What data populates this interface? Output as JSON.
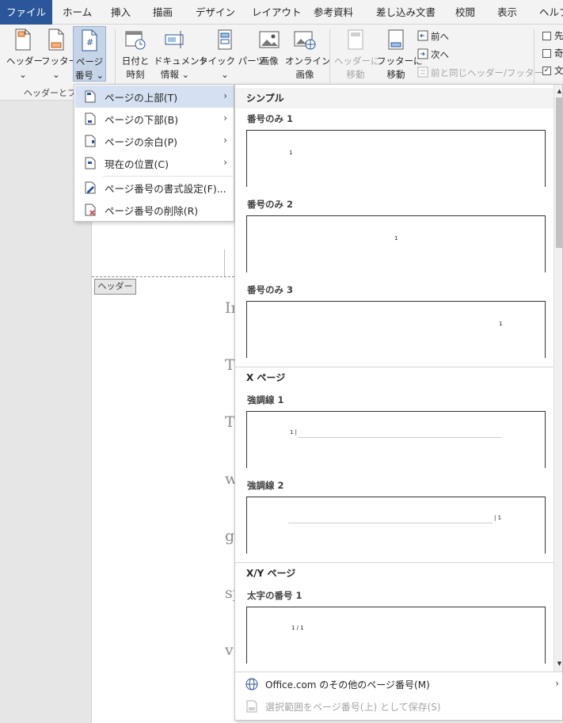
{
  "menubar": {
    "tabs": [
      "ファイル",
      "ホーム",
      "挿入",
      "描画",
      "デザイン",
      "レイアウト",
      "参考資料",
      "差し込み文書",
      "校閲",
      "表示",
      "ヘルプ"
    ]
  },
  "ribbon": {
    "header_label": "ヘッダー",
    "header_caret": "⌄",
    "footer_label": "フッター",
    "footer_caret": "⌄",
    "page_number_label_1": "ページ",
    "page_number_label_2": "番号 ⌄",
    "group_label": "ヘッダーとフッター",
    "datetime_label_1": "日付と",
    "datetime_label_2": "時刻",
    "docinfo_label_1": "ドキュメント",
    "docinfo_label_2": "情報 ⌄",
    "quickparts_label": "クイック パーツ",
    "quickparts_caret": "⌄",
    "picture_label": "画像",
    "online_picture_label_1": "オンライン",
    "online_picture_label_2": "画像",
    "goto_header_label_1": "ヘッダーに",
    "goto_header_label_2": "移動",
    "goto_footer_label_1": "フッターに",
    "goto_footer_label_2": "移動",
    "previous_label": "前へ",
    "next_label": "次へ",
    "link_to_previous_label": "前と同じヘッダー/フッター",
    "option_1": "先",
    "option_2": "奇",
    "option_3": "文",
    "option_3_checked": "✓"
  },
  "document": {
    "header_tag": "ヘッダー",
    "letters": [
      "In",
      "T",
      "T",
      "w",
      "g",
      "sp",
      "v"
    ]
  },
  "page_number_menu": {
    "items": [
      {
        "label": "ページの上部(T)",
        "has_submenu": true
      },
      {
        "label": "ページの下部(B)",
        "has_submenu": true
      },
      {
        "label": "ページの余白(P)",
        "has_submenu": true
      },
      {
        "label": "現在の位置(C)",
        "has_submenu": true
      },
      {
        "label": "ページ番号の書式設定(F)...",
        "has_submenu": false
      },
      {
        "label": "ページ番号の削除(R)",
        "has_submenu": false
      }
    ],
    "submenu_arrow": "›"
  },
  "gallery": {
    "sections": [
      {
        "title": "シンプル"
      },
      {
        "title": "X ページ"
      },
      {
        "title": "X/Y ページ"
      }
    ],
    "items": [
      {
        "name": "番号のみ 1",
        "preview": "1"
      },
      {
        "name": "番号のみ 2",
        "preview": "1"
      },
      {
        "name": "番号のみ 3",
        "preview": "1"
      },
      {
        "name": "強調線 1",
        "preview": "1 |"
      },
      {
        "name": "強調線 2",
        "preview": "| 1"
      },
      {
        "name": "太字の番号 1",
        "preview": "1 / 1"
      }
    ],
    "more_label": "Office.com のその他のページ番号(M)",
    "save_label": "選択範囲をページ番号(上) として保存(S)",
    "scroll_up": "▲",
    "scroll_down": "▼"
  },
  "colors": {
    "accent": "#2b579a",
    "highlight": "#d5e1f2",
    "ribbon_bg": "#f3f3f3"
  }
}
